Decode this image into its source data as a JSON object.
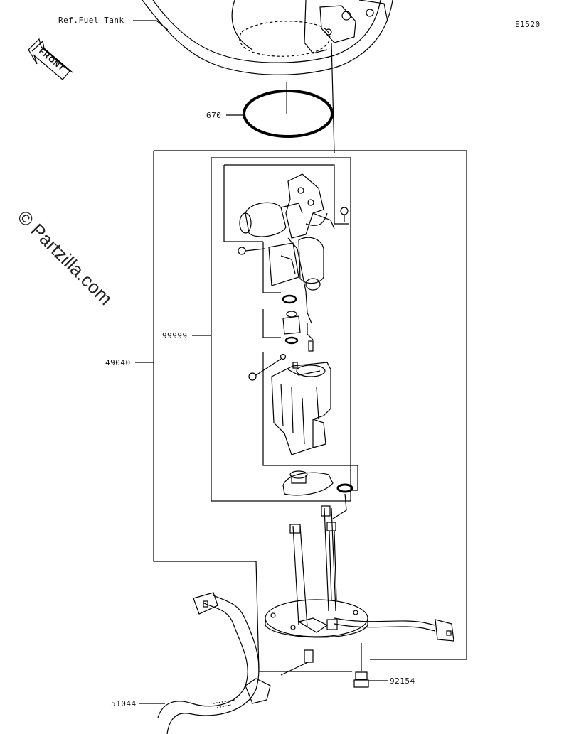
{
  "diagram": {
    "code": "E1520",
    "watermark": "© Partzilla.com",
    "front_label": "FRONT",
    "labels": {
      "ref_fuel_tank": "Ref.Fuel Tank",
      "p670": "670",
      "p99999": "99999",
      "p49040": "49040",
      "p92154": "92154",
      "p51044": "51044"
    }
  }
}
